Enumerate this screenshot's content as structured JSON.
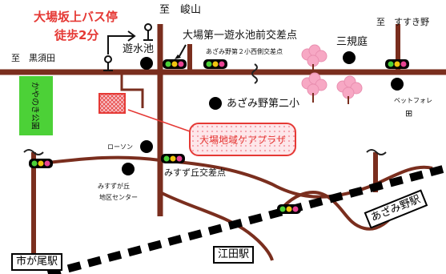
{
  "labels": {
    "bus_stop": "大場坂上バス停",
    "walk": "徒歩2分",
    "to_mineyama": "至　峻山",
    "to_susukino": "至　すすき野",
    "to_kurosuda": "至　黒須田",
    "yusuichi": "遊水池",
    "daiichi_yusuichi": "大場第一遊水池前交差点",
    "azamino_2sho_nishi": "あざみ野第２小西側交差点",
    "mikiba": "三規庭",
    "azamino_daini": "あざみ野第二小",
    "pet": "ベットフォレ",
    "lawson": "ローソン",
    "misuzugaoka_kousaten": "みすず丘交差点",
    "center_line1": "みすずが丘",
    "center_line2": "地区センター",
    "plaza": "大場地域ケアプラザ",
    "park": "かやのき公園",
    "hospital_mark": "⊞"
  },
  "stations": {
    "ichigao": "市が尾駅",
    "eda": "江田駅",
    "azamino": "あざみ野駅"
  },
  "colors": {
    "road": "#7a2e1e",
    "accent": "#e53935",
    "park": "#4cd137",
    "blossom": "#f7a8c4"
  }
}
